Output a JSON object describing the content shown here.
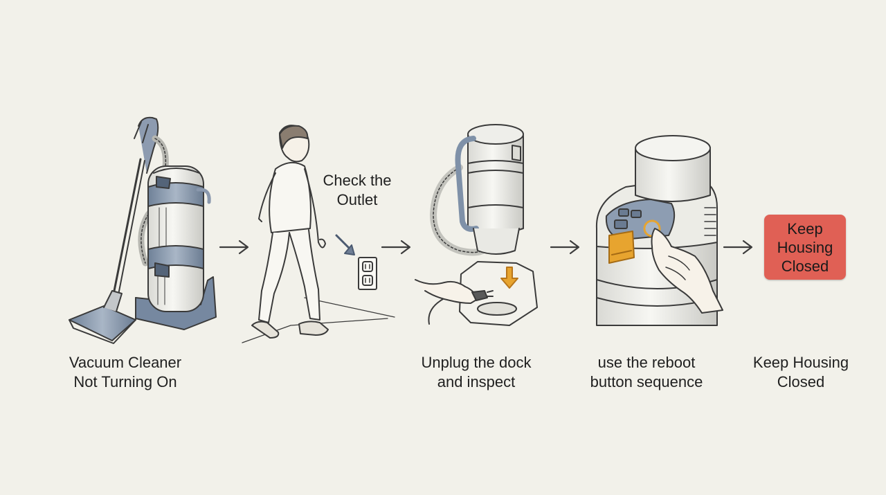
{
  "colors": {
    "background": "#f2f1ea",
    "ink": "#3a3a3a",
    "accent_blue": "#7e8fa6",
    "accent_orange": "#e7a42f",
    "warning_red": "#e06055"
  },
  "steps": [
    {
      "line1": "Vacuum Cleaner",
      "line2": "Not Turning On",
      "icon": "upright-vacuum-illustration"
    },
    {
      "line1": "",
      "line2": "",
      "icon": "person-walking-to-outlet-illustration"
    },
    {
      "line1": "Unplug the dock",
      "line2": "and inspect",
      "icon": "vacuum-dock-unplug-illustration"
    },
    {
      "line1": "use the reboot",
      "line2": "button sequence",
      "icon": "reboot-button-press-illustration"
    },
    {
      "line1": "Keep Housing",
      "line2": "Closed",
      "icon": "warning-card"
    }
  ],
  "callout": {
    "line1": "Check the",
    "line2": "Outlet"
  },
  "warning_box": {
    "line1": "Keep",
    "line2": "Housing",
    "line3": "Closed"
  },
  "arrows": [
    "arrow-right-icon",
    "arrow-right-icon",
    "arrow-right-icon",
    "arrow-right-icon"
  ]
}
